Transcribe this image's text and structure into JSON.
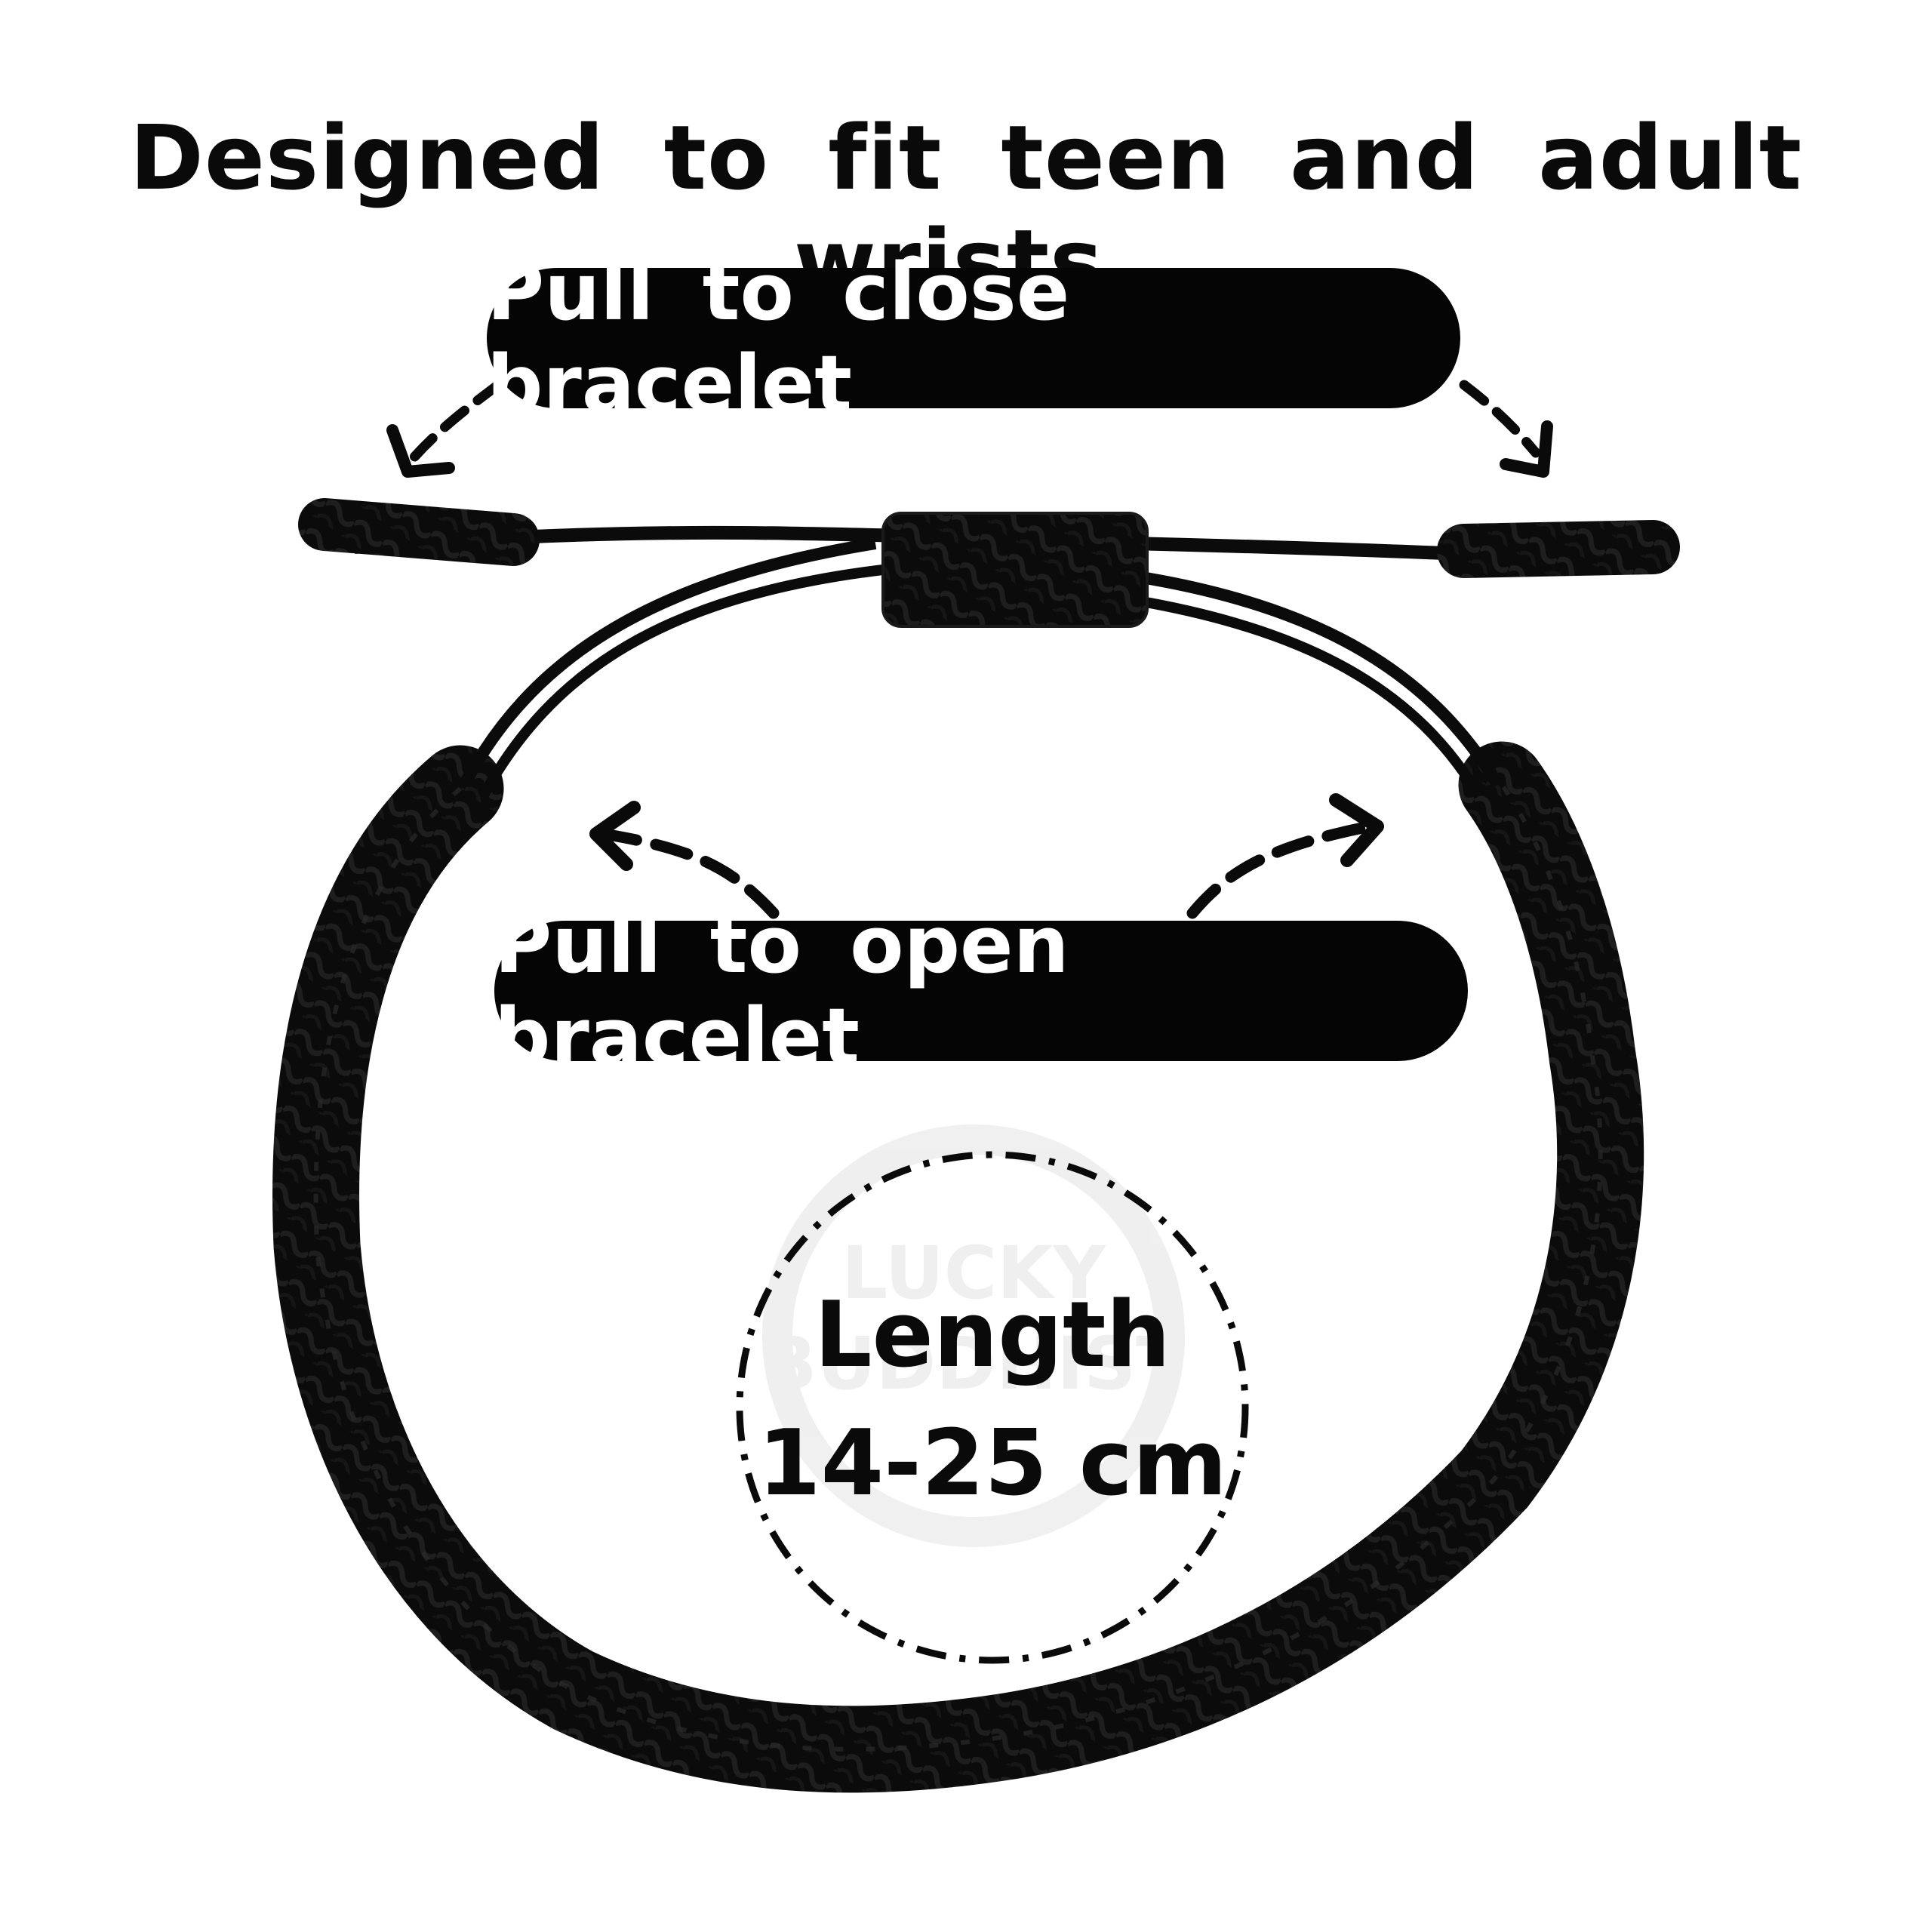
{
  "headline": "Designed to fit teen and adult wrists.",
  "close_label": "Pull to close bracelet",
  "open_label": "Pull to open bracelet",
  "length": {
    "title": "Length",
    "value": "14-25 cm"
  },
  "watermark": "LUCKY BUDDHIST",
  "colors": {
    "background": "#ffffff",
    "bracelet": "#0b0b0b",
    "pill": "#050505",
    "pill_text": "#ffffff"
  }
}
